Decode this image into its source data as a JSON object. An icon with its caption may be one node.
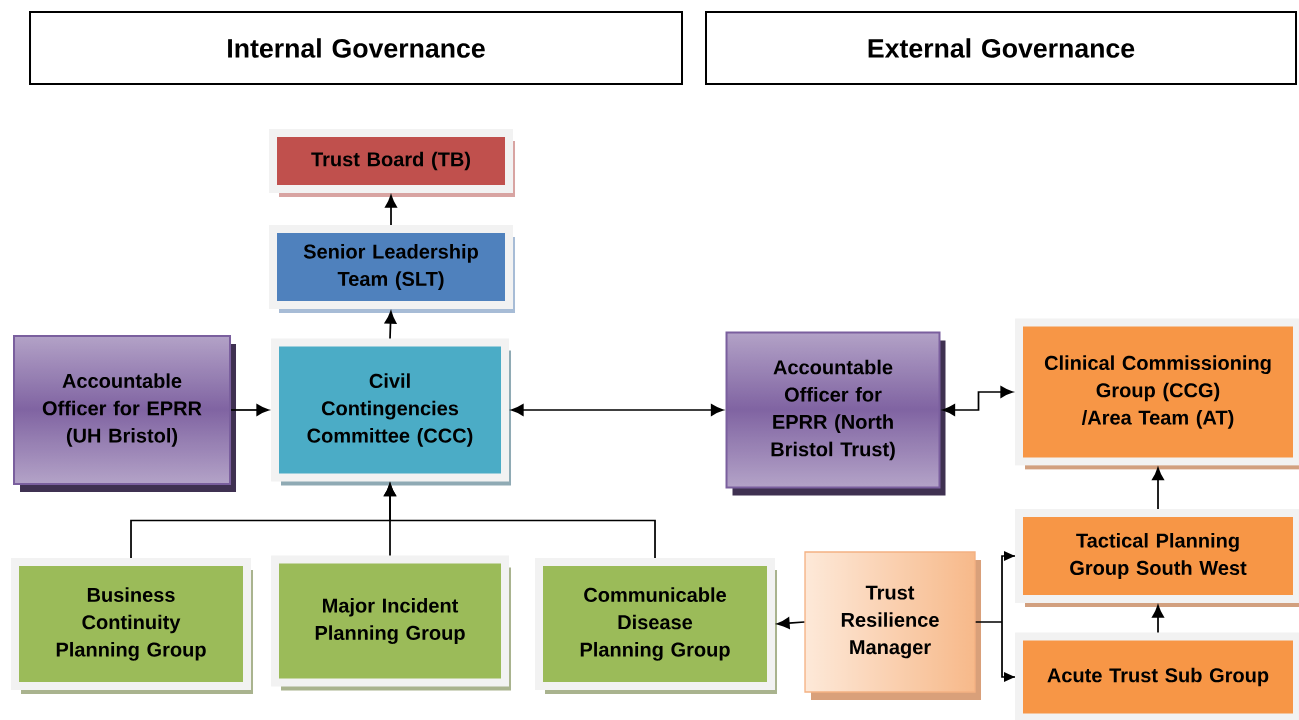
{
  "diagram": {
    "nodes": [
      {
        "text": [
          "Internal Governance"
        ]
      },
      {
        "text": [
          "External Governance"
        ]
      },
      {
        "text": [
          "Trust Board (TB)"
        ]
      },
      {
        "text": [
          "Senior Leadership Team (SLT)"
        ]
      },
      {
        "text": [
          "Accountable Officer for EPRR (UH Bristol)"
        ]
      },
      {
        "text": [
          "Civil Contingencies Committee (CCC)"
        ]
      },
      {
        "text": [
          "Accountable Officer for EPRR (North Bristol Trust)"
        ]
      },
      {
        "text": [
          "Clinical Commissioning Group (CCG) /Area Team (AT)"
        ]
      },
      {
        "text": [
          "Business Continuity Planning Group"
        ]
      },
      {
        "text": [
          "Major Incident Planning Group"
        ]
      },
      {
        "text": [
          "Communicable Disease Planning Group"
        ]
      },
      {
        "text": [
          "Trust Resilience Manager"
        ]
      },
      {
        "text": [
          "Tactical Planning Group South West"
        ]
      },
      {
        "text": [
          "Acute Trust Sub Group"
        ]
      }
    ],
    "edges": [
      {
        "from": 3,
        "to": 2,
        "arrow": "to"
      },
      {
        "from": 5,
        "to": 3,
        "arrow": "to"
      },
      {
        "from": 4,
        "to": 5,
        "arrow": "to"
      },
      {
        "from": 5,
        "to": 6,
        "arrow": "both"
      },
      {
        "from": 6,
        "to": 7,
        "arrow": "both"
      },
      {
        "from": 8,
        "to": 5,
        "arrow": "to"
      },
      {
        "from": 9,
        "to": 5,
        "arrow": "to"
      },
      {
        "from": 10,
        "to": 5,
        "arrow": "to"
      },
      {
        "from": 11,
        "to": 10,
        "arrow": "to"
      },
      {
        "from": 11,
        "to": 12,
        "arrow": "to"
      },
      {
        "from": 11,
        "to": 13,
        "arrow": "to"
      },
      {
        "from": 13,
        "to": 12,
        "arrow": "to"
      },
      {
        "from": 12,
        "to": 7,
        "arrow": "to"
      }
    ]
  }
}
